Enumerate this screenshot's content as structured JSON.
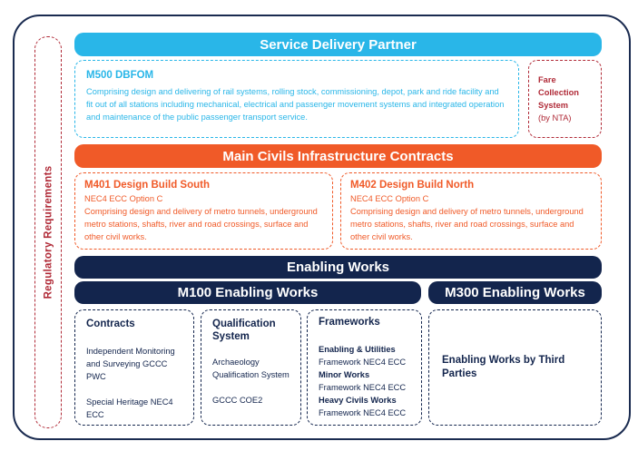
{
  "regulatory_label": "Regulatory Requirements",
  "service_delivery_partner": "Service Delivery Partner",
  "m500": {
    "title": "M500 DBFOM",
    "description": "Comprising design and delivering of rail systems, rolling stock, commissioning, depot, park and ride facility and fit out of all stations including mechanical, electrical and passenger movement systems and integrated operation and maintenance of the public passenger transport service."
  },
  "fare": {
    "line1": "Fare",
    "line2": "Collection",
    "line3": "System",
    "line4": "(by NTA)"
  },
  "main_civils": "Main Civils Infrastructure Contracts",
  "m401": {
    "title": "M401 Design Build South",
    "subtitle": "NEC4 ECC Option C",
    "description": "Comprising design and delivery of metro tunnels, underground metro stations, shafts, river and road crossings, surface and other civil works."
  },
  "m402": {
    "title": "M402 Design Build North",
    "subtitle": "NEC4 ECC Option C",
    "description": "Comprising design and delivery of metro tunnels, underground metro stations, shafts, river and road crossings, surface and other civil works."
  },
  "enabling_works": "Enabling Works",
  "m100": "M100 Enabling Works",
  "m300": "M300 Enabling Works",
  "contracts": {
    "title": "Contracts",
    "item1": "Independent Monitoring and Surveying GCCC PWC",
    "item2": "Special Heritage NEC4 ECC"
  },
  "qualification": {
    "title": "Qualification System",
    "item1": "Archaeology Qualification System",
    "item2": "GCCC COE2"
  },
  "frameworks": {
    "title": "Frameworks",
    "items": [
      {
        "name": "Enabling & Utilities",
        "contract": "Framework NEC4 ECC"
      },
      {
        "name": "Minor Works",
        "contract": "Framework NEC4 ECC"
      },
      {
        "name": "Heavy Civils Works",
        "contract": "Framework NEC4 ECC"
      }
    ]
  },
  "third_parties": "Enabling Works by Third Parties",
  "colors": {
    "cyan": "#29b6e8",
    "orange": "#f05a28",
    "navy": "#13254d",
    "red": "#b02a37"
  }
}
